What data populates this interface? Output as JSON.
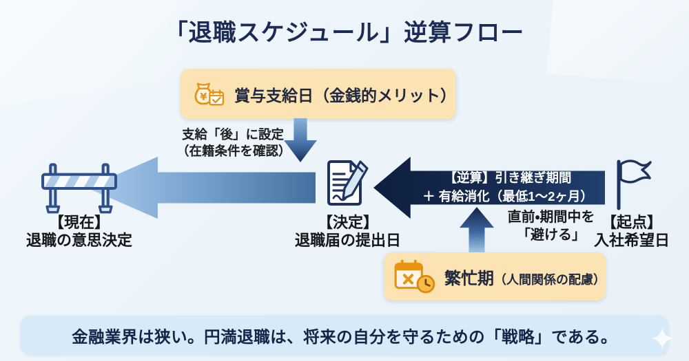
{
  "title": "「退職スケジュール」逆算フロー",
  "bonus_box": {
    "icon": "moneybag-calendar-icon",
    "label": "賞与支給日",
    "note": "（金銭的メリット）"
  },
  "bonus_annotation": {
    "line1": "支給「後」に設定",
    "line2": "（在籍条件を確認）"
  },
  "reverse_arrow": {
    "line1": "【逆算】引き継ぎ期間",
    "line2": "＋ 有給消化（最低1〜2ヶ月）"
  },
  "busy_annotation": {
    "line1": "直前・期間中を",
    "line2": "「避ける」"
  },
  "busy_box": {
    "icon": "calendar-x-clock-icon",
    "label": "繁忙期",
    "note": "（人間関係の配慮）"
  },
  "stages": {
    "current": {
      "icon": "barrier-icon",
      "tag": "【現在】",
      "label": "退職の意思決定"
    },
    "decision": {
      "icon": "document-pen-icon",
      "tag": "【決定】",
      "label": "退職届の提出日"
    },
    "start": {
      "icon": "flag-icon",
      "tag": "【起点】",
      "label": "入社希望日"
    }
  },
  "footer": {
    "message": "金融業界は狭い。円満退職は、将来の自分を守るための「戦略」である。"
  },
  "colors": {
    "title_navy": "#1c2b56",
    "box_cream": "#fbe3b4",
    "icon_orange": "#e8930f",
    "arrow_light_start": "#a9cbec",
    "arrow_light_end": "#44709f",
    "arrow_dark": "#16294e",
    "banner_blue": "#d7eaf8",
    "background": "#ecf4fa",
    "label_text": "#15161b",
    "arrow_text_white": "#ffffff"
  }
}
